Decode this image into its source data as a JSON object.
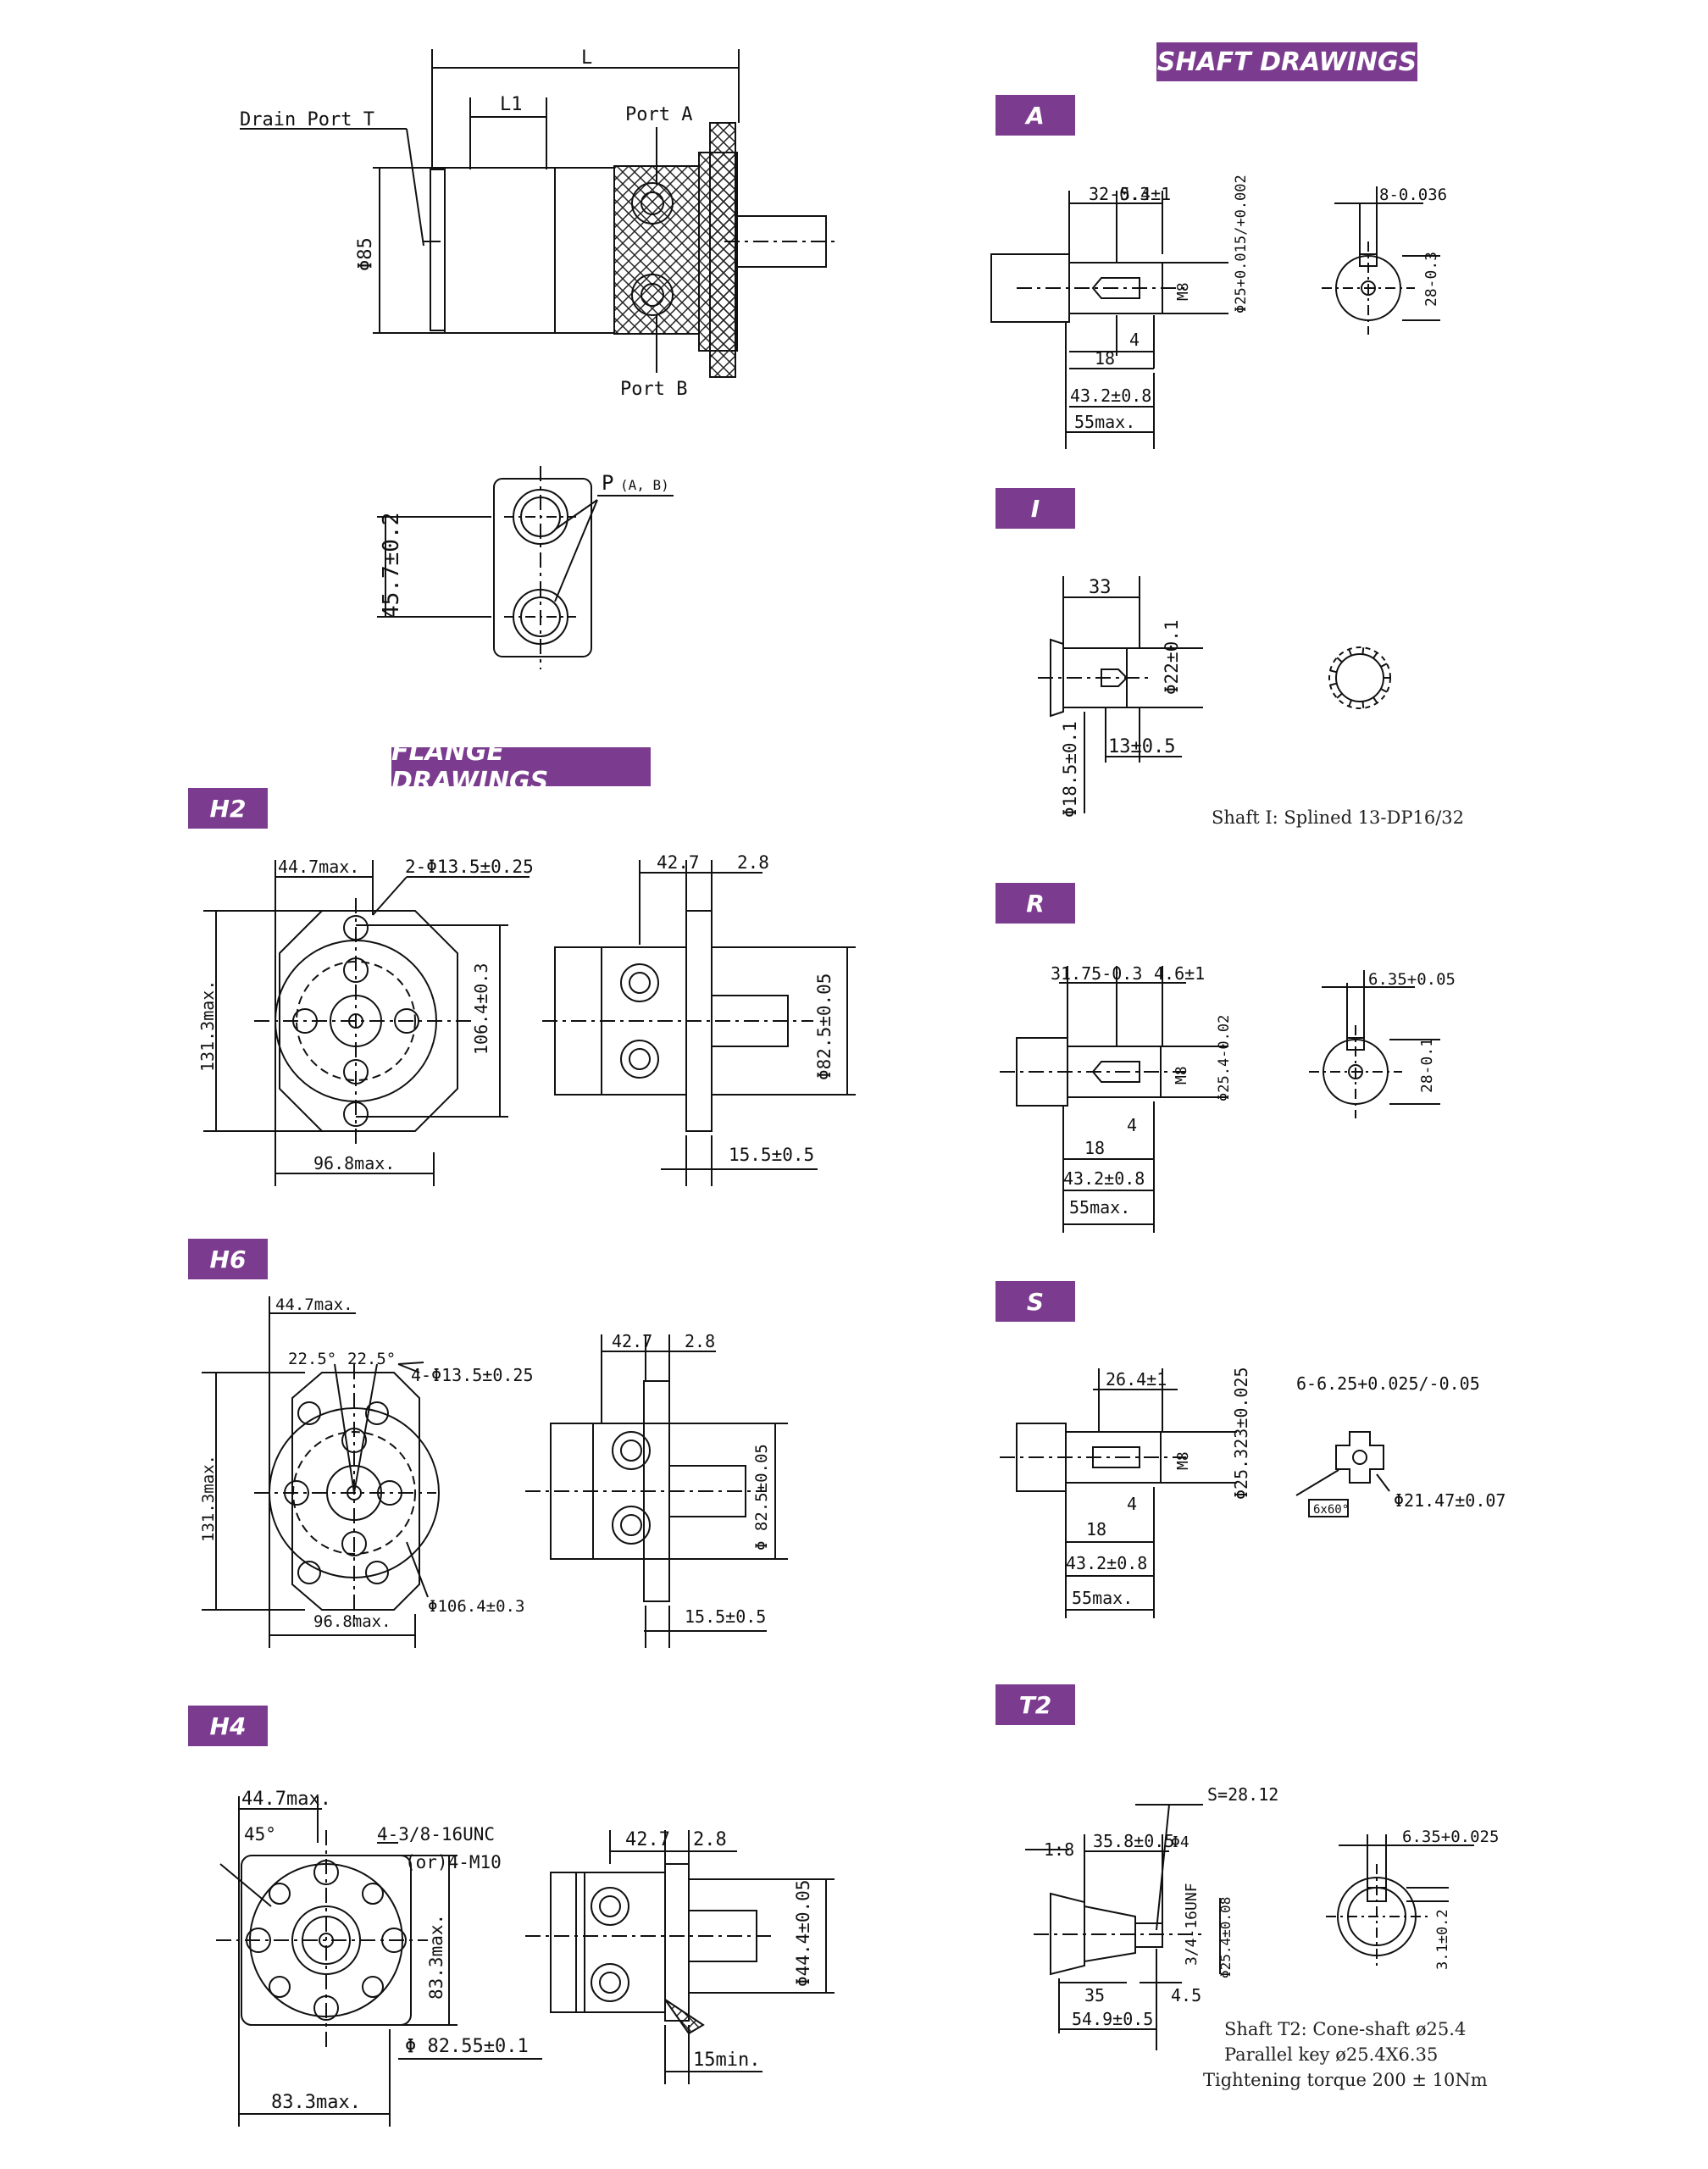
{
  "headers": {
    "shaft": "SHAFT DRAWINGS",
    "flange": "FLANGE DRAWINGS"
  },
  "badges": {
    "A": "A",
    "I": "I",
    "R": "R",
    "S": "S",
    "T2": "T2",
    "H2": "H2",
    "H6": "H6",
    "H4": "H4"
  },
  "main": {
    "L": "L",
    "L1": "L1",
    "drain": "Drain Port T",
    "portA": "Port A",
    "portB": "Port B",
    "dia85": "Φ85",
    "p_ab": "P",
    "p_ab_sub": "(A, B)",
    "dim457": "45.7±0.2"
  },
  "shaftA": {
    "d1": "32-0.3",
    "d2": "5.4±1",
    "d3": "M8",
    "d4": "Φ25+0.015/+0.002",
    "d5": "4",
    "d6": "18",
    "d7": "43.2±0.8",
    "d8": "55max.",
    "d9": "8-0.036",
    "d10": "28-0.3"
  },
  "shaftI": {
    "d1": "33",
    "d2": "Φ22±0.1",
    "d3": "Φ18.5±0.1",
    "d4": "13±0.5",
    "caption": "Shaft I: Splined 13-DP16/32"
  },
  "shaftR": {
    "d1": "31.75-0.3",
    "d2": "4.6±1",
    "d3": "M8",
    "d4": "Φ25.4-0.02",
    "d5": "4",
    "d6": "18",
    "d7": "43.2±0.8",
    "d8": "55max.",
    "d9": "6.35+0.05",
    "d10": "28-0.1"
  },
  "shaftS": {
    "d1": "26.4±1",
    "d2": "Φ25.323±0.025",
    "d3": "M8",
    "d4": "4",
    "d5": "18",
    "d6": "43.2±0.8",
    "d7": "55max.",
    "d8": "6-6.25+0.025/-0.05",
    "d9": "Φ21.47±0.07",
    "d10": "6x60°"
  },
  "shaftT2": {
    "d1": "S=28.12",
    "d2": "1:8",
    "d3": "35.8±0.5",
    "d4": "Φ4",
    "d5": "3/4-16UNF",
    "d6": "Φ25.4±0.08",
    "d7": "35",
    "d8": "4.5",
    "d9": "54.9±0.5",
    "d10": "6.35+0.025",
    "d11": "3.1±0.2",
    "cap1": "Shaft T2: Cone-shaft ø25.4",
    "cap2": "Parallel key ø25.4X6.35",
    "cap3": "Tightening torque 200 ± 10Nm"
  },
  "flangeH2": {
    "d1": "44.7max.",
    "d2": "2-Φ13.5±0.25",
    "d3": "131.3max.",
    "d4": "106.4±0.3",
    "d5": "96.8max.",
    "d6": "42.7",
    "d7": "2.8",
    "d8": "Φ82.5±0.05",
    "d9": "15.5±0.5"
  },
  "flangeH6": {
    "d1": "44.7max.",
    "d2": "22.5°",
    "d3": "22.5°",
    "d4": "4-Φ13.5±0.25",
    "d5": "131.3max.",
    "d6": "Φ106.4±0.3",
    "d7": "96.8max.",
    "d8": "42.7",
    "d9": "2.8",
    "d10": "Φ 82.5±0.05",
    "d11": "15.5±0.5"
  },
  "flangeH4": {
    "d1": "44.7max.",
    "d2": "45°",
    "d3": "4-3/8-16UNC",
    "d4": "(or)4-M10",
    "d5": "83.3max.",
    "d6": "Φ 82.55±0.1",
    "d7": "83.3max.",
    "d8": "42.7",
    "d9": "2.8",
    "d10": "Φ44.4±0.05",
    "d11": "15min."
  }
}
